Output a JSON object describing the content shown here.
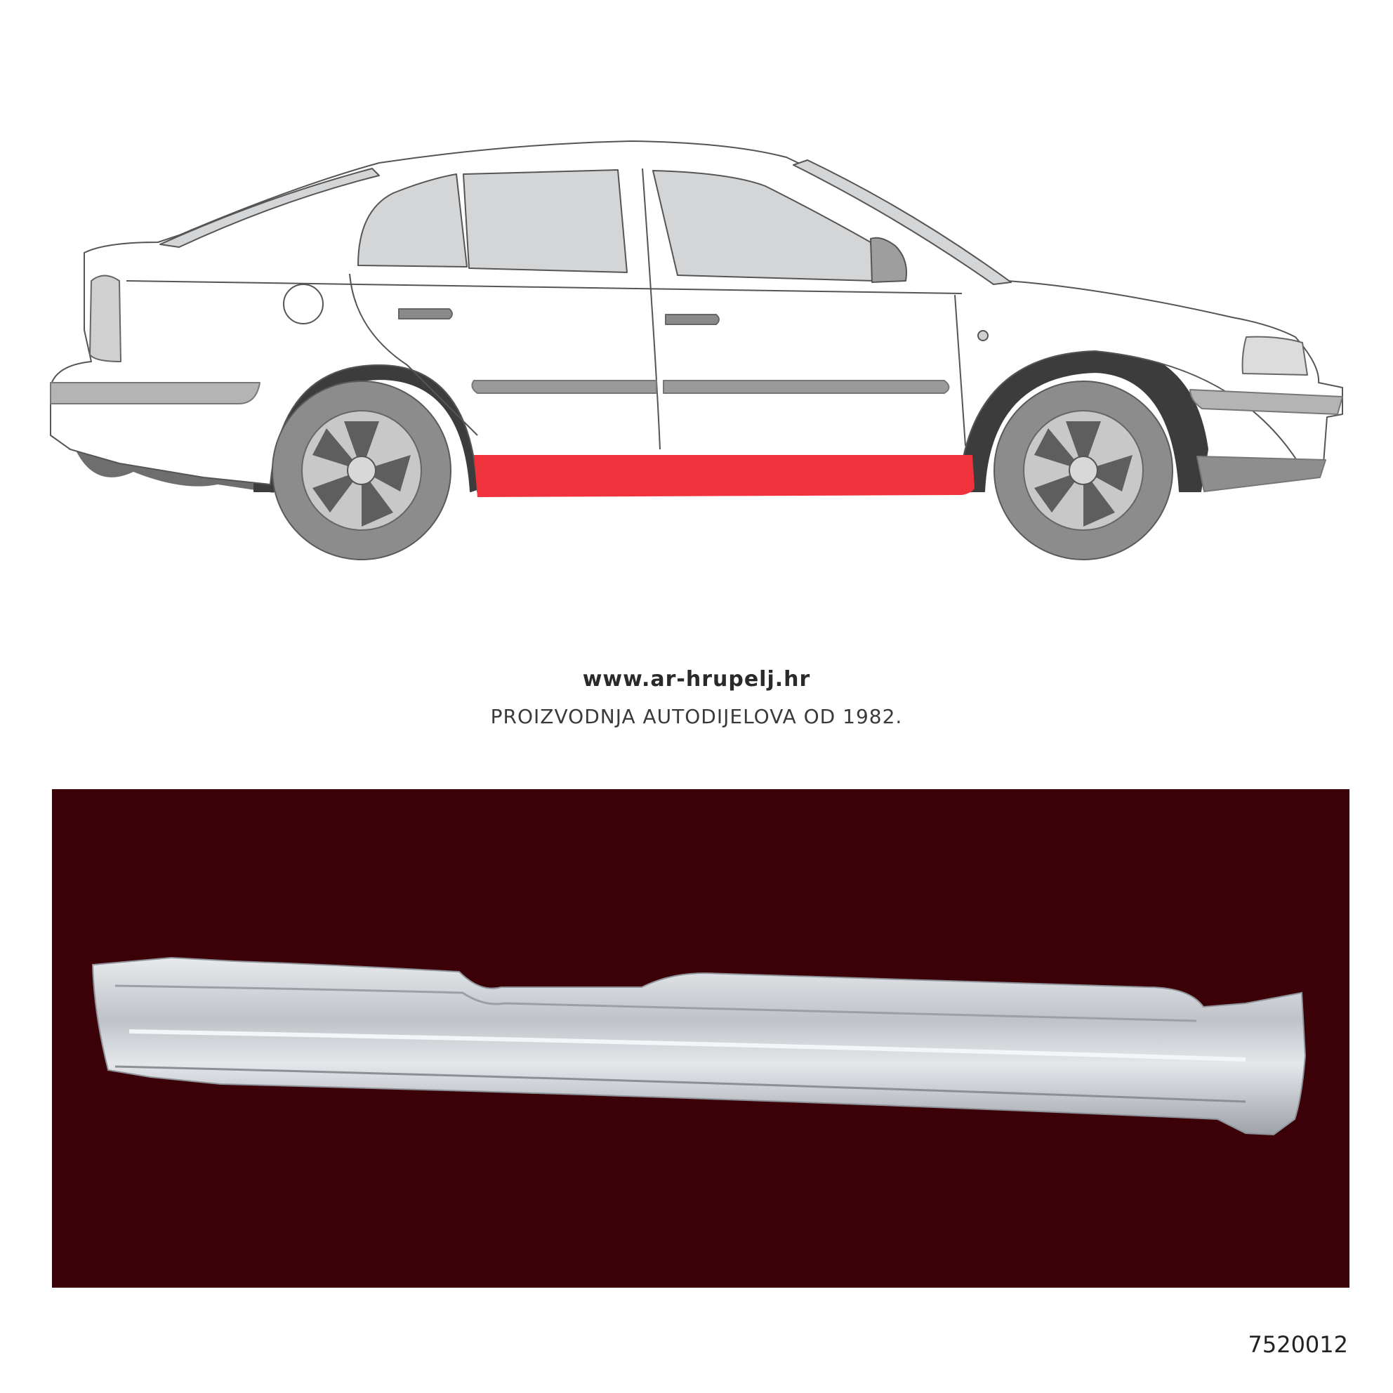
{
  "header": {
    "website": "www.ar-hrupelj.hr",
    "tagline": "PROIZVODNJA AUTODIJELOVA OD 1982."
  },
  "illustration": {
    "subject": "car-side-view",
    "highlighted_part": "rocker-panel",
    "highlight_color": "#f0323c",
    "body_color": "#ffffff",
    "glass_color": "#d4d5d7",
    "trim_color": "#9a9a9a",
    "tire_color": "#8c8c8c"
  },
  "photo": {
    "background_color": "#3c0008",
    "part_color": "#c9ccd0"
  },
  "footer": {
    "part_number": "7520012"
  }
}
